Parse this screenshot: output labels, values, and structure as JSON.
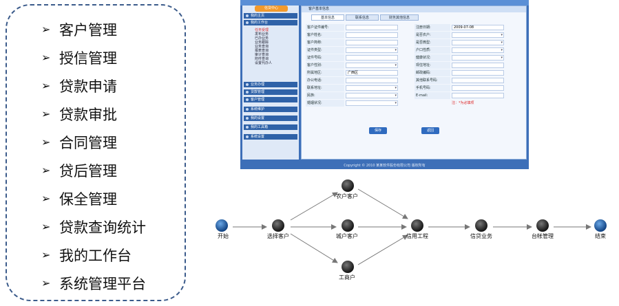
{
  "menu": [
    {
      "arrow": "➢",
      "label": "客户管理"
    },
    {
      "arrow": "➢",
      "label": "授信管理"
    },
    {
      "arrow": "➢",
      "label": "贷款申请"
    },
    {
      "arrow": "➢",
      "label": "贷款审批"
    },
    {
      "arrow": "➢",
      "label": "合同管理"
    },
    {
      "arrow": "➢",
      "label": "贷后管理"
    },
    {
      "arrow": "➢",
      "label": "保全管理"
    },
    {
      "arrow": "➢",
      "label": "贷款查询统计"
    },
    {
      "arrow": "➢",
      "label": "我的工作台"
    },
    {
      "arrow": "➢",
      "label": "系统管理平台"
    }
  ],
  "app": {
    "sidebar_head": "信贷中心",
    "sidebar_items": [
      "我的主页",
      "我的工作台",
      "业务办理",
      "贷款管理",
      "客户管理",
      "系统维护",
      "我的设置",
      "我的工具箱",
      "系统设置"
    ],
    "sidebar_subs": [
      "任务受理",
      "发布业务",
      "已办业务",
      "业务跟踪",
      "业务查询",
      "报表查询",
      "审计查询",
      "附件查询",
      "设置代办人"
    ],
    "main_title": "客户基本信息",
    "tabs": [
      "基本信息",
      "联系信息",
      "财务其他信息"
    ],
    "form_left": [
      "客户证件编号:",
      "客户姓名:",
      "客户简称:",
      "证件类型:",
      "证件号码:",
      "客户性别:",
      "所属地区:",
      "办公电话:",
      "联系地址:",
      "民族:",
      "婚姻状况:"
    ],
    "form_right": [
      "注册日期:",
      "是否农户:",
      "是否微型:",
      "户口性质:",
      "健康状况:",
      "现住地址:",
      "邮政编码:",
      "其他联系号码:",
      "手机号码:",
      "E-mail:",
      ""
    ],
    "region_value": "广西区",
    "date_value": "2009-07-08",
    "required_note": "注：*为必填项",
    "save_button": "保存",
    "return_button": "返回",
    "footer": "Copyright © 2010 某某软件股份有限公司  版权所有"
  },
  "flow": {
    "nodes": [
      "开始",
      "选择客户",
      "农户客户",
      "城户客户",
      "工商户",
      "信用工程",
      "信贷业务",
      "台帐管理",
      "结束"
    ]
  }
}
